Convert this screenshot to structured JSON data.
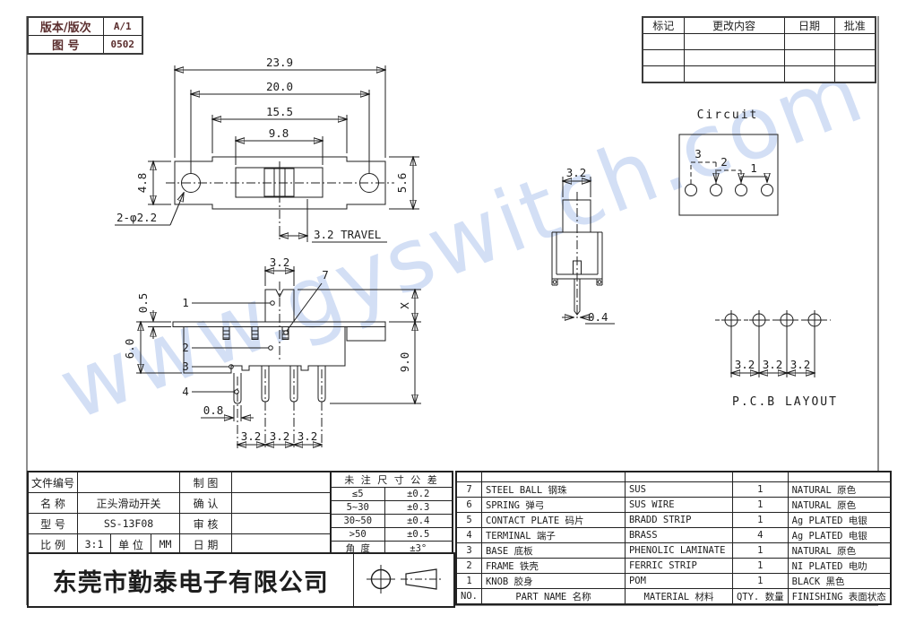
{
  "colors": {
    "line": "#1d1d1d",
    "accent_text": "#5a2d2d",
    "watermark": "#b9cdf0"
  },
  "version_block": {
    "version_label": "版本/版次",
    "version_value": "A/1",
    "drawing_no_label": "图 号",
    "drawing_no_value": "0502"
  },
  "revision_table": {
    "headers": [
      "标记",
      "更改内容",
      "日期",
      "批准"
    ]
  },
  "drawing": {
    "watermark": "www.gyswitch.com",
    "top_view": {
      "dim_overall": "23.9",
      "dim_holes_span": "20.0",
      "dim_frame": "15.5",
      "dim_opening": "9.8",
      "dim_ear_h": "4.8",
      "dim_body_h": "5.6",
      "label_holes": "2-φ2.2",
      "label_travel": "3.2 TRAVEL"
    },
    "front_view": {
      "dim_knob_w": "3.2",
      "dim_knob_h": "X",
      "dim_total_h": "9.0",
      "dim_plate_t": "0.5",
      "dim_body_h": "6.0",
      "dim_pin_w": "0.8",
      "dim_pitch_1": "3.2",
      "dim_pitch_2": "3.2",
      "dim_pitch_3": "3.2",
      "leader_1": "1",
      "leader_2": "2",
      "leader_3": "3",
      "leader_4": "4",
      "leader_7": "7"
    },
    "side_view": {
      "dim_knob_w": "3.2",
      "dim_pin_t": "0.4"
    },
    "circuit": {
      "title": "Circuit",
      "label_pos3": "3",
      "label_pos2": "2",
      "label_pos1": "1"
    },
    "pcb": {
      "title": "P.C.B LAYOUT",
      "dim_1": "3.2",
      "dim_2": "3.2",
      "dim_3": "3.2"
    }
  },
  "title_block": {
    "file_no_label": "文件编号",
    "file_no_value": "",
    "name_label": "名  称",
    "name_value": "正头滑动开关",
    "model_label": "型  号",
    "model_value": "SS-13F08",
    "scale_label": "比  例",
    "scale_value": "3:1",
    "unit_label": "单  位",
    "unit_value": "MM",
    "draw_label": "制  图",
    "confirm_label": "确  认",
    "audit_label": "审  核",
    "date_label": "日  期",
    "company": "东莞市勤泰电子有限公司"
  },
  "tolerance_table": {
    "title": "未 注 尺 寸 公 差",
    "rows": [
      [
        "≤5",
        "±0.2"
      ],
      [
        "5~30",
        "±0.3"
      ],
      [
        "30~50",
        "±0.4"
      ],
      [
        ">50",
        "±0.5"
      ],
      [
        "角 度",
        "±3°"
      ]
    ]
  },
  "parts_table": {
    "headers": [
      "NO.",
      "PART NAME 名称",
      "MATERIAL 材料",
      "QTY. 数量",
      "FINISHING 表面状态"
    ],
    "rows": [
      [
        "7",
        "STEEL BALL 钢珠",
        "SUS",
        "1",
        "NATURAL 原色"
      ],
      [
        "6",
        "SPRING 弹弓",
        "SUS WIRE",
        "1",
        "NATURAL 原色"
      ],
      [
        "5",
        "CONTACT PLATE 码片",
        "BRADD STRIP",
        "1",
        "Ag PLATED 电银"
      ],
      [
        "4",
        "TERMINAL 端子",
        "BRASS",
        "4",
        "Ag PLATED 电银"
      ],
      [
        "3",
        "BASE 底板",
        "PHENOLIC LAMINATE",
        "1",
        "NATURAL 原色"
      ],
      [
        "2",
        "FRAME 铁壳",
        "FERRIC STRIP",
        "1",
        "NI PLATED 电叻"
      ],
      [
        "1",
        "KNOB 胶身",
        "POM",
        "1",
        "BLACK 黑色"
      ]
    ]
  }
}
